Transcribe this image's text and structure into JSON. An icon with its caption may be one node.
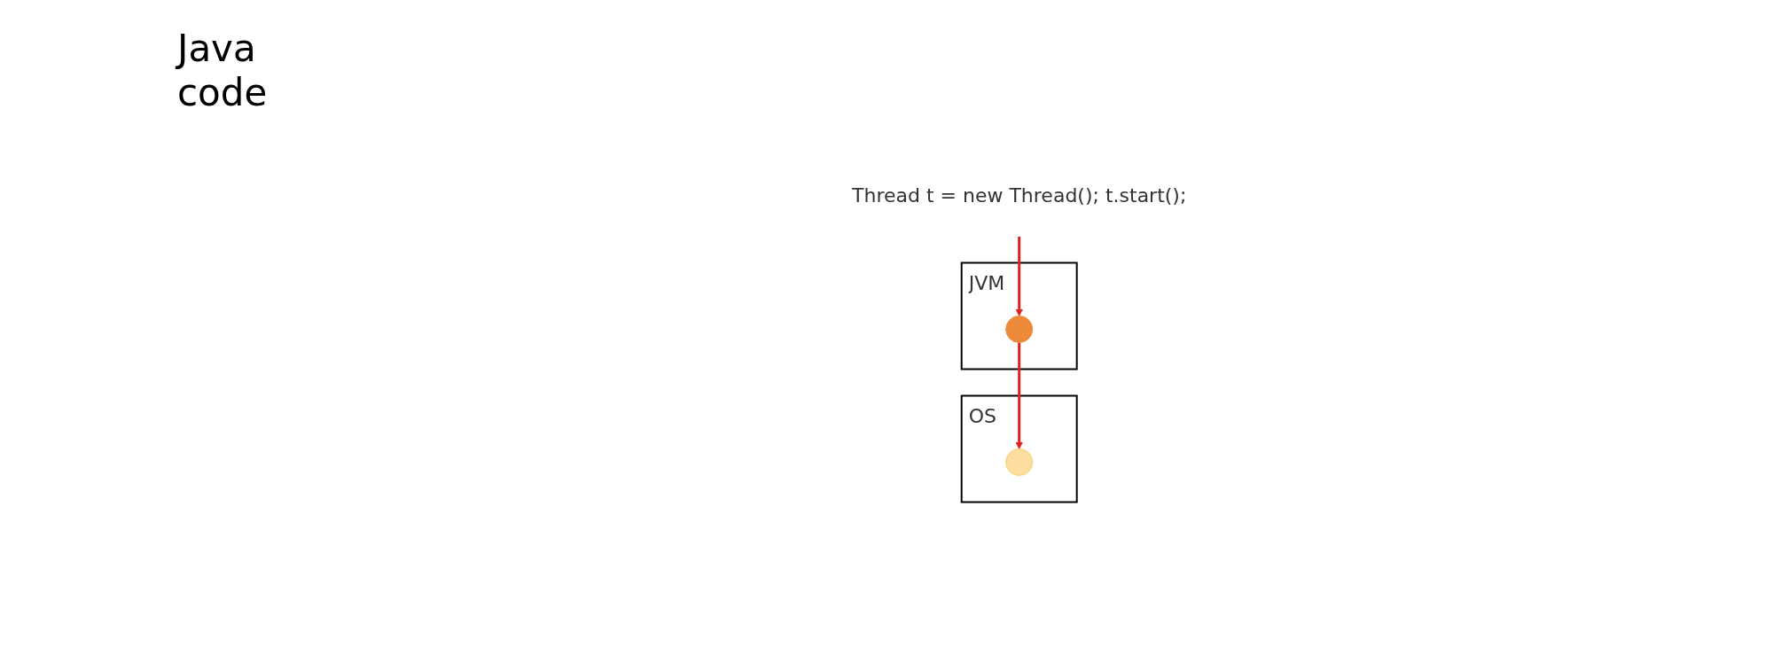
{
  "diagram": {
    "nodes": [
      {
        "text": [
          "Thread t = new Thread(); t.start();"
        ]
      },
      {
        "text": [
          "JVM"
        ]
      },
      {
        "text": [],
        "shape": "circle",
        "in": 1
      },
      {
        "text": [
          "OS"
        ]
      },
      {
        "text": [],
        "shape": "circle",
        "in": 3
      }
    ],
    "edges": [
      {
        "from": 0,
        "to": 2,
        "arrow": "to"
      },
      {
        "from": 2,
        "to": 4,
        "arrow": "to"
      }
    ],
    "labels": [
      "Java code"
    ]
  }
}
